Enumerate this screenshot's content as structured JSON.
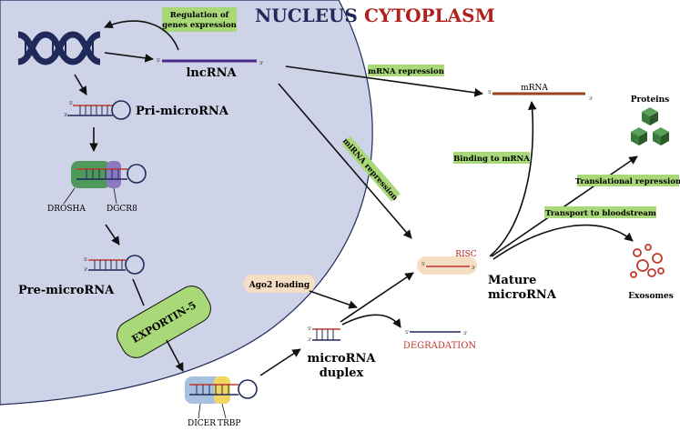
{
  "colors": {
    "nucleus_fill": "#cfd3e8",
    "nucleus_label": "#1f2a5a",
    "cytoplasm_label": "#b0201c",
    "green_label_bg": "#a8d878",
    "mrna_line": "#a0421c",
    "lncrna_line": "#4a2a8a",
    "strand_red": "#c0392b",
    "strand_navy": "#1f2a5a",
    "drosha_green": "#4f9a5a",
    "dgcr8_purple": "#8a78c0",
    "exportin_green": "#a8d878",
    "dicer_blue": "#a8c0e0",
    "trbp_yellow": "#f0d860",
    "ago2_bg": "#f5dfc4",
    "risc_bg": "#f5dfc4",
    "degradation_red": "#c0392b",
    "protein_green": "#3a7a3a",
    "exosome_red": "#c0392b"
  },
  "regions": {
    "nucleus": "NUCLEUS",
    "cytoplasm": "CYTOPLASM"
  },
  "labels": {
    "regulation": [
      "Regulation of",
      "genes expression"
    ],
    "lncrna": "lncRNA",
    "pri_microrna": "Pri-microRNA",
    "drosha": "DROSHA",
    "dgcr8": "DGCR8",
    "pre_microrna": "Pre-microRNA",
    "exportin": "EXPORTIN-5",
    "dicer": "DICER",
    "trbp": "TRBP",
    "microrna_duplex": [
      "microRNA",
      "duplex"
    ],
    "ago2": "Ago2 loading",
    "degradation": "DEGRADATION",
    "risc": "RISC",
    "mature": [
      "Mature",
      "microRNA"
    ],
    "mrna": "mRNA",
    "mrna_repression": "mRNA repression",
    "mirna_repression": "miRNA repression",
    "binding": "Binding to mRNA",
    "proteins": "Proteins",
    "translational": "Translational repression",
    "transport": "Transport to bloodstream",
    "exosomes": "Exosomes",
    "five_prime": "5'",
    "three_prime": "3'"
  }
}
